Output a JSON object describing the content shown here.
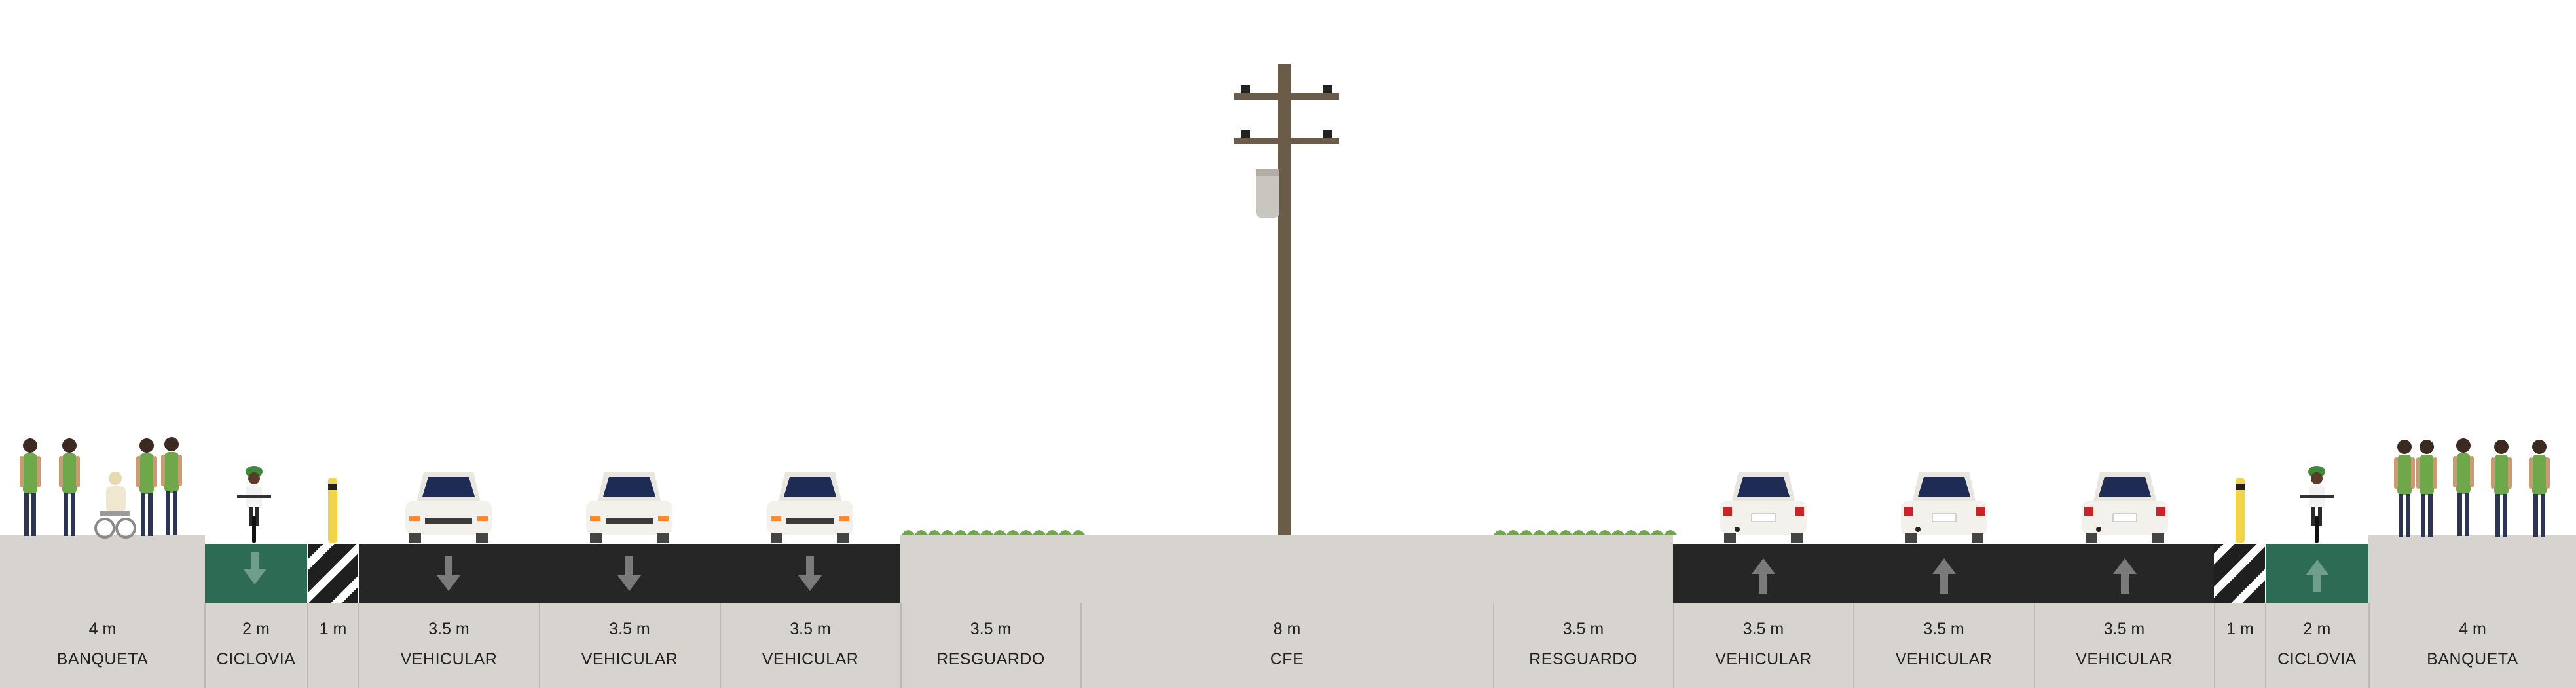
{
  "segments": [
    {
      "width": "4 m",
      "name": "BANQUETA"
    },
    {
      "width": "2 m",
      "name": "CICLOVIA"
    },
    {
      "width": "1 m",
      "name": ""
    },
    {
      "width": "3.5 m",
      "name": "VEHICULAR"
    },
    {
      "width": "3.5 m",
      "name": "VEHICULAR"
    },
    {
      "width": "3.5 m",
      "name": "VEHICULAR"
    },
    {
      "width": "3.5 m",
      "name": "RESGUARDO"
    },
    {
      "width": "8 m",
      "name": "CFE"
    },
    {
      "width": "3.5 m",
      "name": "RESGUARDO"
    },
    {
      "width": "3.5 m",
      "name": "VEHICULAR"
    },
    {
      "width": "3.5 m",
      "name": "VEHICULAR"
    },
    {
      "width": "3.5 m",
      "name": "VEHICULAR"
    },
    {
      "width": "1 m",
      "name": ""
    },
    {
      "width": "2 m",
      "name": "CICLOVIA"
    },
    {
      "width": "4 m",
      "name": "BANQUETA"
    }
  ],
  "colors": {
    "sidewalk": "#d7d3ce",
    "asphalt": "#262626",
    "bike_lane": "#2e6b54",
    "buffer_planting": "#6fa84a",
    "pole": "#6b5c4a",
    "car": "#f3f1ec",
    "windshield": "#1d2b55"
  },
  "icons": {
    "lane_arrow_down": "arrow-down-icon",
    "lane_arrow_up": "arrow-up-icon",
    "pedestrian": "person-icon",
    "cyclist": "cyclist-icon",
    "car_front": "car-front-icon",
    "car_rear": "car-rear-icon",
    "utility_pole": "utility-pole-icon",
    "bollard": "bollard-icon"
  }
}
